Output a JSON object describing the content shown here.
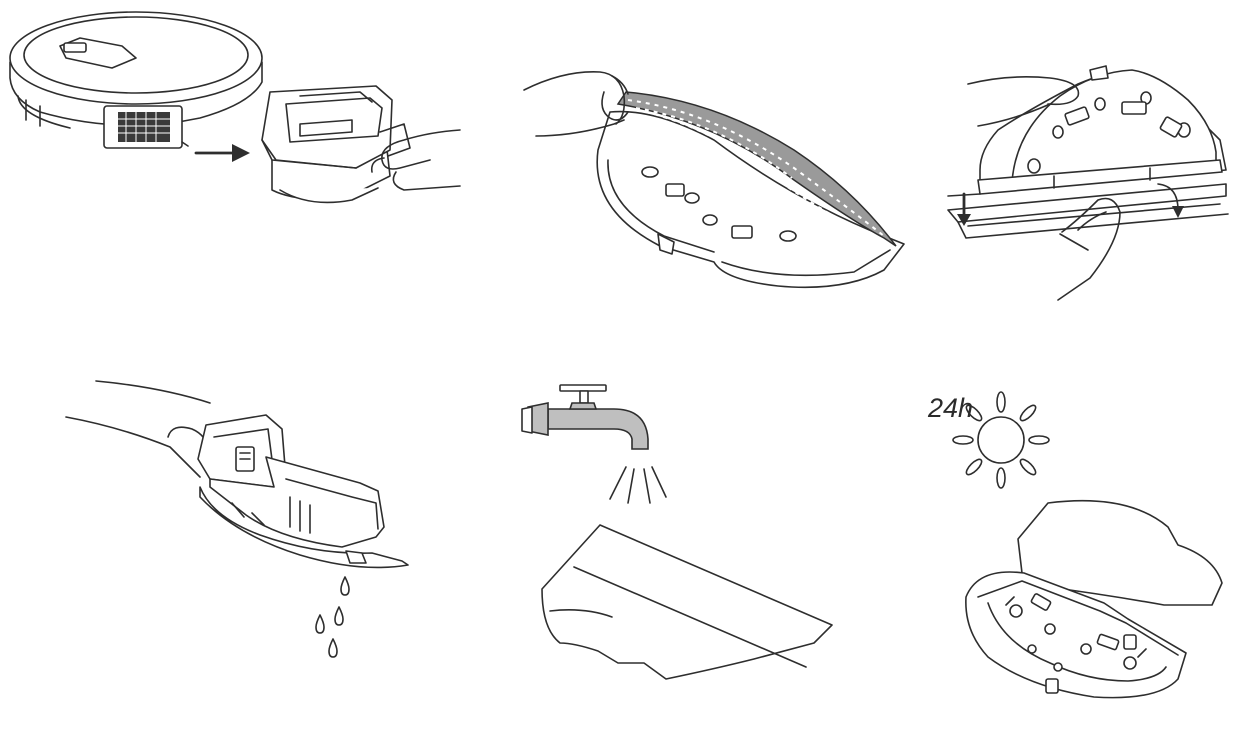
{
  "steps": [
    {
      "id": "remove-tank"
    },
    {
      "id": "peel-mop-cloth"
    },
    {
      "id": "detach-mop-bracket"
    },
    {
      "id": "drain-tank"
    },
    {
      "id": "rinse-under-tap"
    },
    {
      "id": "dry-in-sun",
      "duration_label": "24h"
    }
  ]
}
